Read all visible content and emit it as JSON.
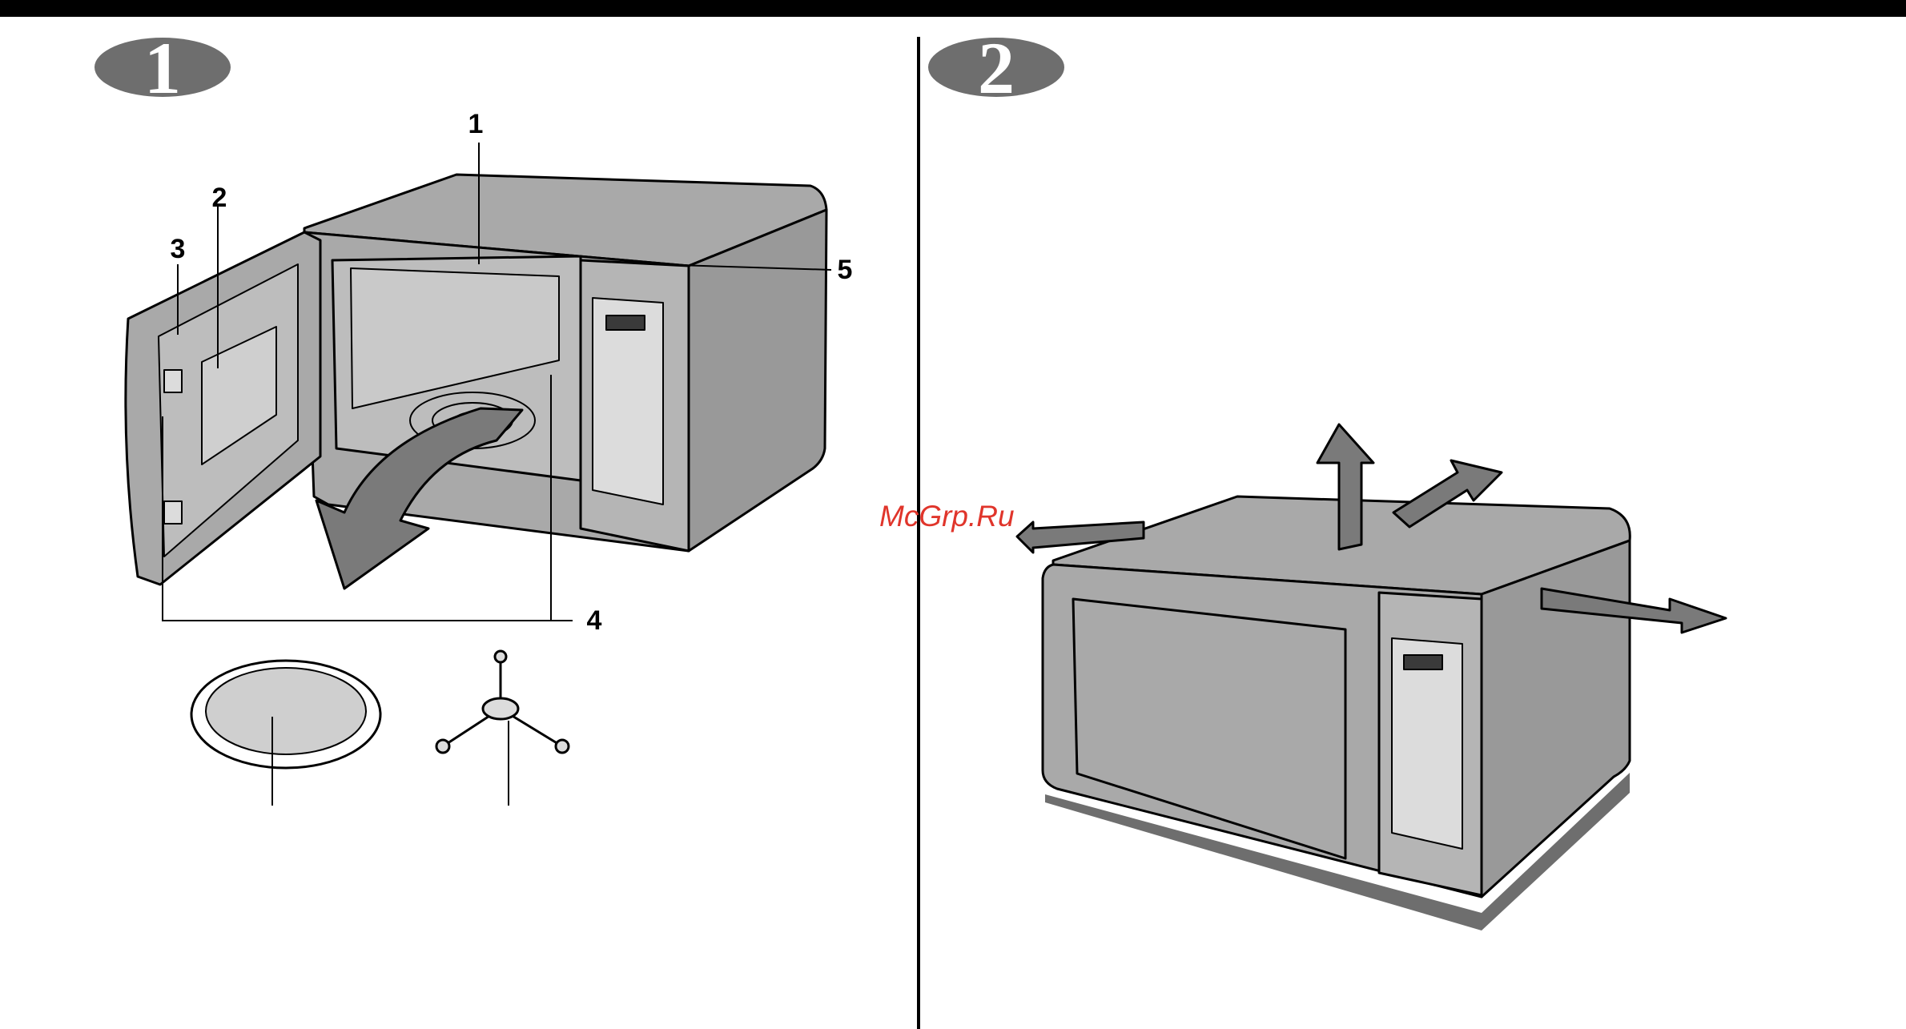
{
  "colors": {
    "body": "#a9a9a9",
    "body_dark": "#8f8f8f",
    "panel_light": "#dcdcdc",
    "glass": "#cfcfcf",
    "arrow": "#7a7a7a",
    "arrow_dark": "#5a5a5a",
    "badge": "#6e6e6e",
    "watermark": "#e0352b"
  },
  "panels": {
    "left": {
      "step": "1"
    },
    "right": {
      "step": "2"
    }
  },
  "callouts": {
    "c1": "1",
    "c2": "2",
    "c3": "3",
    "c4": "4",
    "c5": "5"
  },
  "watermark": "McGrp.Ru"
}
